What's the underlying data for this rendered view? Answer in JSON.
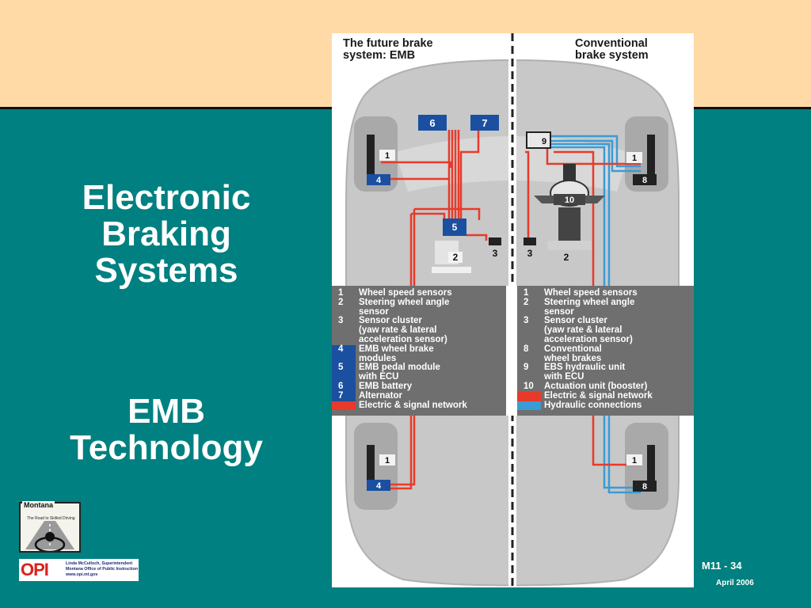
{
  "title": {
    "line1": "Electronic",
    "line2": "Braking",
    "line3": "Systems",
    "line4": "EMB",
    "line5": "Technology"
  },
  "diagram": {
    "left_header": [
      "The future brake",
      "system: EMB"
    ],
    "right_header": [
      "Conventional",
      "brake system"
    ],
    "labels": {
      "battery": "6",
      "alternator": "7",
      "pedal_module": "5",
      "sensor_cluster_left": "3",
      "steering_left": "2",
      "front_left_sensor": "1",
      "front_left_module": "4",
      "rear_left_sensor": "1",
      "rear_left_module": "4",
      "ebs_unit": "9",
      "booster": "10",
      "sensor_cluster_right": "3",
      "steering_right": "2",
      "front_right_sensor": "1",
      "front_right_brake": "8",
      "rear_right_sensor": "1",
      "rear_right_brake": "8"
    },
    "legend_left": [
      {
        "num": "1",
        "text": "Wheel speed sensors"
      },
      {
        "num": "2",
        "text": "Steering wheel angle"
      },
      {
        "num": "",
        "text": "sensor"
      },
      {
        "num": "3",
        "text": "Sensor cluster"
      },
      {
        "num": "",
        "text": "(yaw rate & lateral"
      },
      {
        "num": "",
        "text": "acceleration sensor)"
      },
      {
        "num": "4",
        "text": "EMB wheel brake"
      },
      {
        "num": "",
        "text": "modules"
      },
      {
        "num": "5",
        "text": "EMB pedal module"
      },
      {
        "num": "",
        "text": "with ECU"
      },
      {
        "num": "6",
        "text": "EMB battery"
      },
      {
        "num": "7",
        "text": "Alternator"
      },
      {
        "num": "",
        "text": "Electric & signal network"
      }
    ],
    "legend_right": [
      {
        "num": "1",
        "text": "Wheel speed sensors"
      },
      {
        "num": "2",
        "text": "Steering wheel angle"
      },
      {
        "num": "",
        "text": "sensor"
      },
      {
        "num": "3",
        "text": "Sensor cluster"
      },
      {
        "num": "",
        "text": "(yaw rate & lateral"
      },
      {
        "num": "",
        "text": "acceleration sensor)"
      },
      {
        "num": "8",
        "text": "Conventional"
      },
      {
        "num": "",
        "text": "wheel brakes"
      },
      {
        "num": "9",
        "text": "EBS hydraulic unit"
      },
      {
        "num": "",
        "text": "with ECU"
      },
      {
        "num": "10",
        "text": "Actuation unit (booster)"
      },
      {
        "num": "",
        "text": "Electric & signal network"
      },
      {
        "num": "",
        "text": "Hydraulic connections"
      }
    ]
  },
  "footer": {
    "slide_number": "M11 -  34",
    "date": "April 2006"
  },
  "logos": {
    "montana_title": "Montana",
    "montana_sub": "The Road to Skilled Driving",
    "opi_letters": "OPI",
    "opi_line1": "Linda McCulloch, Superintendent",
    "opi_line2": "Montana Office of Public Instruction",
    "opi_line3": "www.opi.mt.gov"
  },
  "colors": {
    "background": "#008080",
    "top_band": "#FFDAA6",
    "electric": "#e83a2a",
    "hydraulic": "#3a9bd5",
    "emb_blue": "#1b4fa0"
  }
}
